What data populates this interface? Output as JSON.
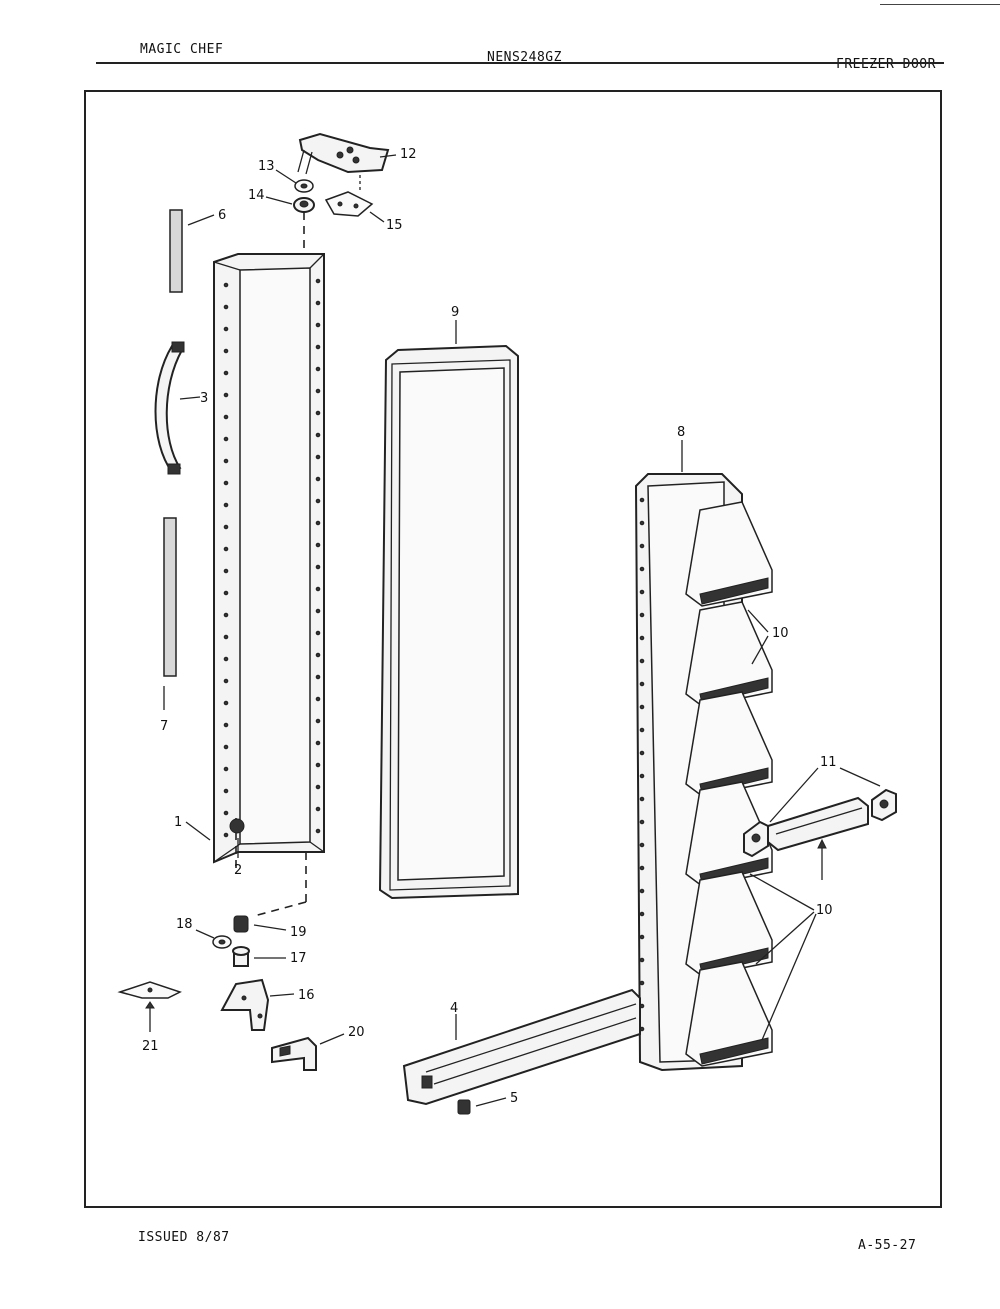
{
  "header": {
    "brand": "MAGIC CHEF",
    "model": "NENS248GZ",
    "section": "FREEZER DOOR"
  },
  "footer": {
    "issued": "ISSUED 8/87",
    "page_code": "A-55-27"
  },
  "callouts": [
    "1",
    "2",
    "3",
    "4",
    "5",
    "6",
    "7",
    "8",
    "9",
    "10",
    "10",
    "10",
    "11",
    "12",
    "13",
    "14",
    "15",
    "16",
    "17",
    "18",
    "19",
    "20",
    "21"
  ]
}
